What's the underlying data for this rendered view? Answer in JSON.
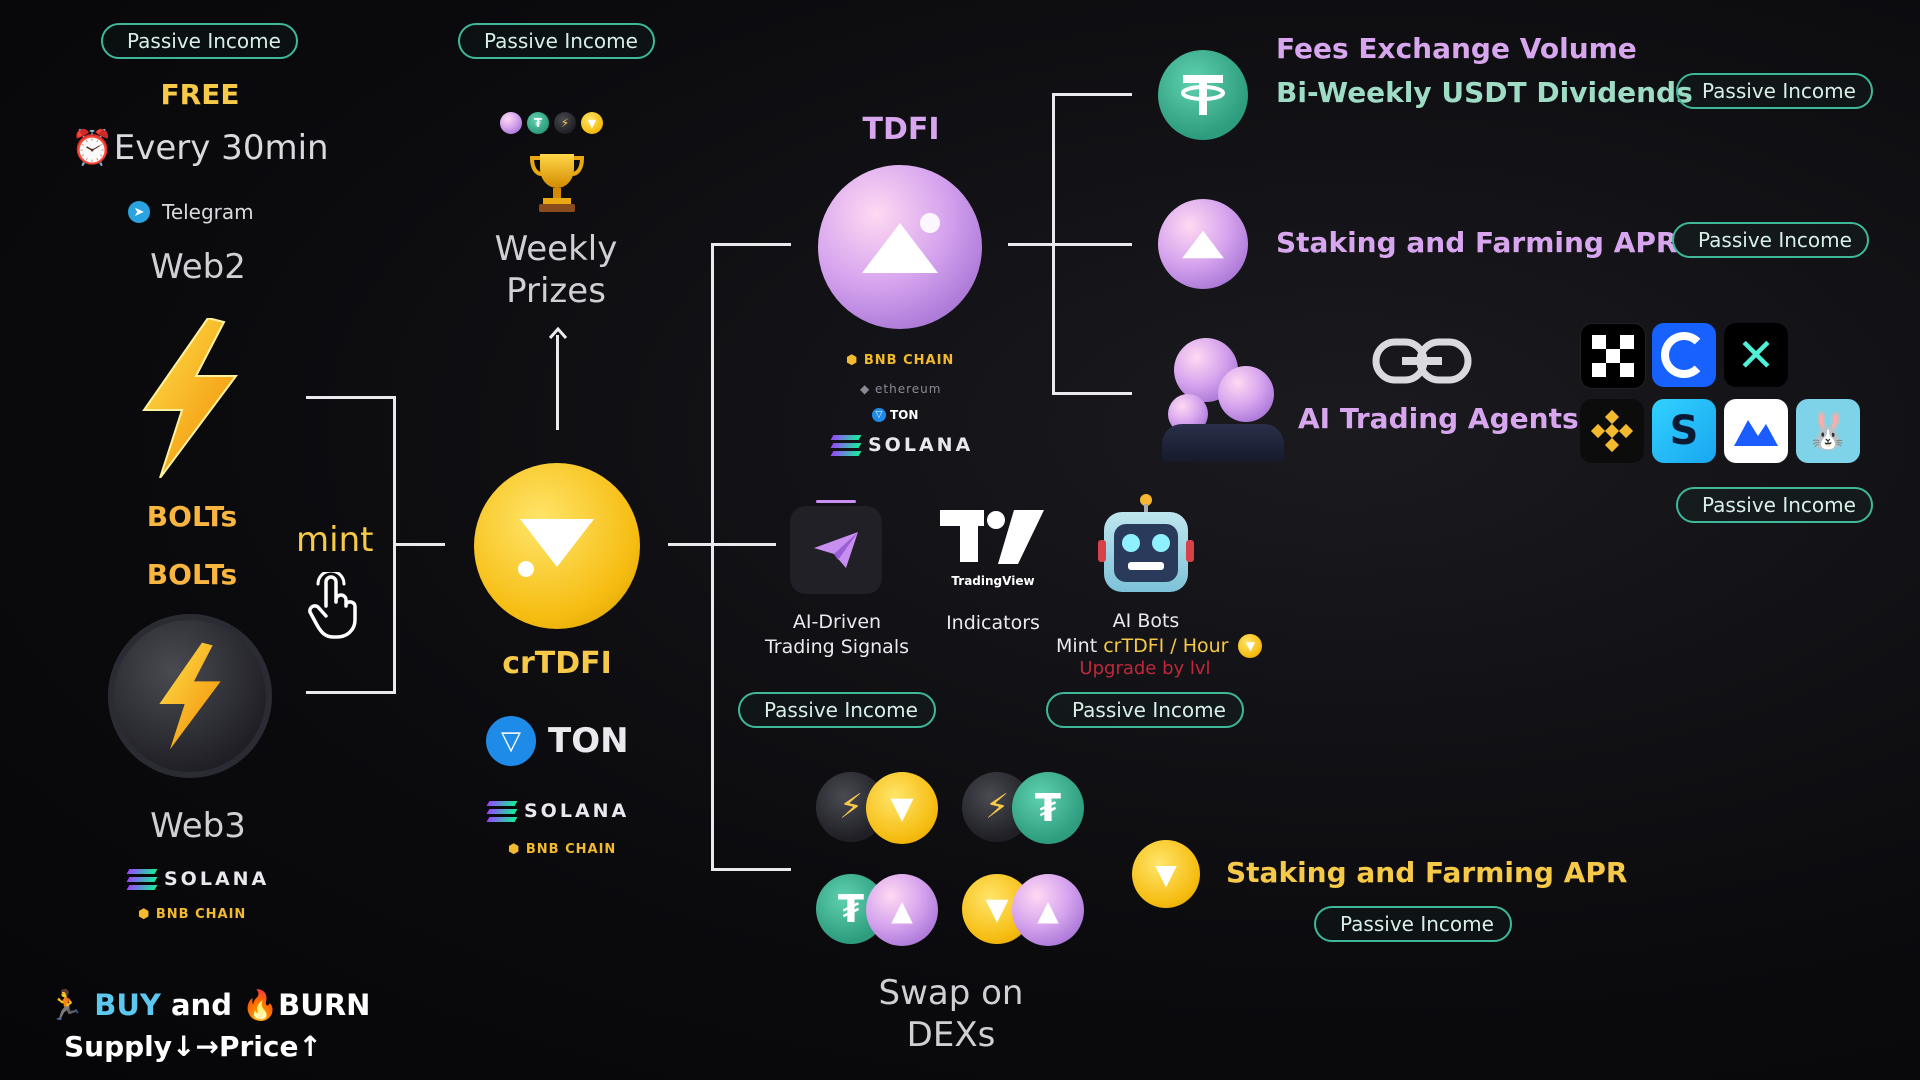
{
  "passive_label": "Passive Income",
  "left": {
    "free": "FREE",
    "every": "⏰Every 30min",
    "telegram": "Telegram",
    "web2": "Web2",
    "bolts1": "BOLTs",
    "bolts2": "BOLTs",
    "mint": "mint",
    "web3": "Web3",
    "solana": "SOLANA",
    "bnb": "BNB CHAIN",
    "buy": "BUY",
    "and": "and",
    "burn": "🔥BURN",
    "supply": "Supply↓→Price↑"
  },
  "prizes": {
    "label1": "Weekly",
    "label2": "Prizes"
  },
  "crtdfi": {
    "title": "crTDFI",
    "ton": "TON",
    "solana": "SOLANA",
    "bnb": "BNB CHAIN"
  },
  "tdfi": {
    "title": "TDFI",
    "bnb": "BNB CHAIN",
    "eth": "ethereum",
    "ton": "TON",
    "solana": "SOLANA"
  },
  "right": {
    "fees": "Fees Exchange Volume",
    "dividends": "Bi-Weekly USDT Dividends",
    "staking1": "Staking and Farming APR",
    "ai_agents": "AI Trading Agents",
    "staking2": "Staking and Farming APR"
  },
  "tools": {
    "signals1": "AI-Driven",
    "signals2": "Trading Signals",
    "tv_brand": "TradingView",
    "indicators": "Indicators",
    "bots": "AI Bots",
    "mint_prefix": "Mint ",
    "mint_rate": "crTDFI / Hour",
    "upgrade": "Upgrade by lvl"
  },
  "swap": {
    "line1": "Swap on",
    "line2": "DEXs"
  },
  "colors": {
    "gold": "#f7c948",
    "purple": "#d8a6ee",
    "teal": "#3fb89a",
    "red": "#c0283a"
  }
}
